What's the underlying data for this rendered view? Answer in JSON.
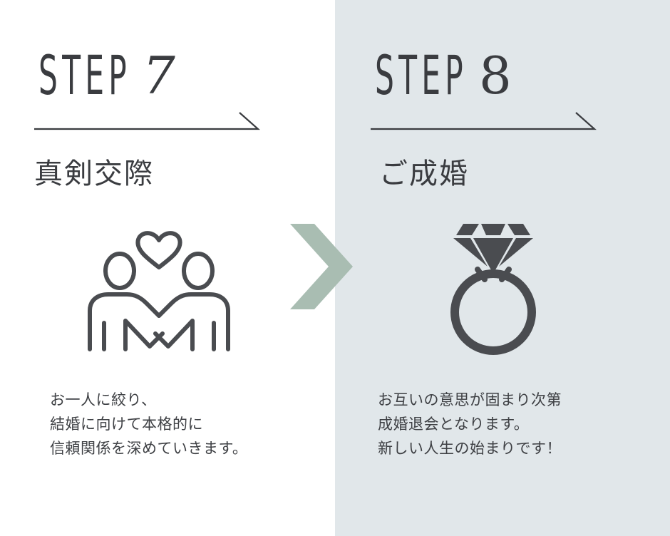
{
  "steps": [
    {
      "label": "STEP",
      "number": "7",
      "title": "真剣交際",
      "icon": "couple-holding-hands-heart-icon",
      "lines": [
        "お一人に絞り、",
        "結婚に向けて本格的に",
        "信頼関係を深めていきます。"
      ]
    },
    {
      "label": "STEP",
      "number": "8",
      "title": "ご成婚",
      "icon": "diamond-ring-icon",
      "lines": [
        "お互いの意思が固まり次第",
        "成婚退会となります。",
        "新しい人生の始まりです！"
      ]
    }
  ],
  "colors": {
    "left_background": "#ffffff",
    "right_background": "#e1e7ea",
    "text": "#3a3c40",
    "chevron": "#a9bdb2",
    "icon": "#4a4c50"
  },
  "connector_icon": "chevron-right-icon"
}
